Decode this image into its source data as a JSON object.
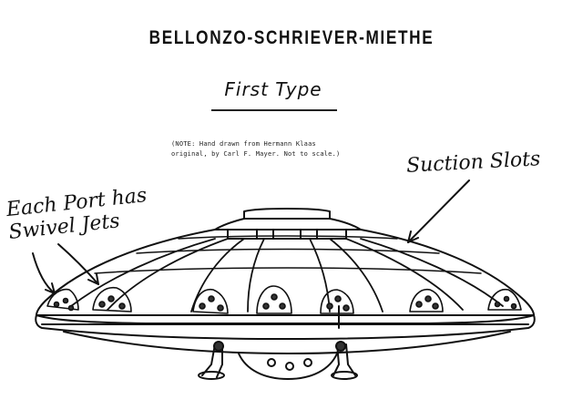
{
  "title": "BELLONZO-SCHRIEVER-MIETHE",
  "subtitle": "First Type",
  "note": {
    "line1": "(NOTE: Hand drawn from Hermann Klaas",
    "line2": "original, by Carl F. Mayer. Not to scale.)"
  },
  "labels": {
    "suction_slots": "Suction Slots",
    "port_line1": "Each Port has",
    "port_line2": "Swivel Jets"
  },
  "colors": {
    "ink": "#111111",
    "paper": "#ffffff"
  }
}
